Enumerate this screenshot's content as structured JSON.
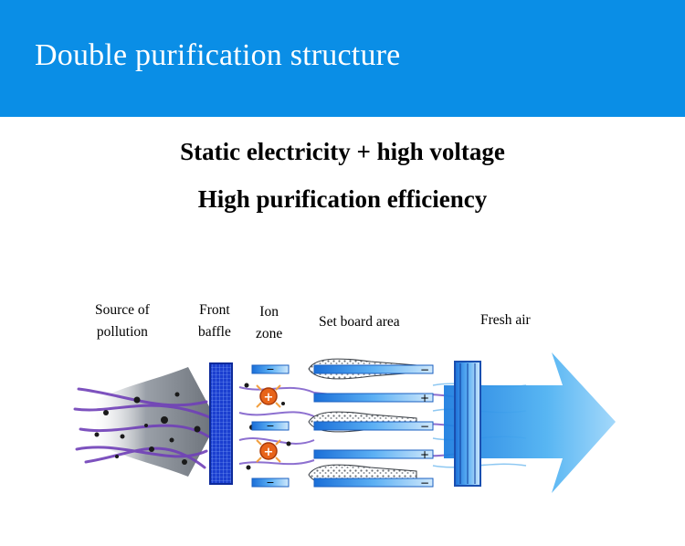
{
  "banner": {
    "title": "Double purification structure",
    "background_color": "#0a8ee6"
  },
  "subtitles": {
    "line1": "Static electricity + high voltage",
    "line2": "High purification efficiency"
  },
  "stages": {
    "source": {
      "line1": "Source of",
      "line2": "pollution"
    },
    "baffle": {
      "line1": "Front",
      "line2": "baffle"
    },
    "ion": {
      "line1": "Ion",
      "line2": "zone"
    },
    "board": {
      "line1": "Set board area"
    },
    "fresh": {
      "line1": "Fresh air"
    }
  },
  "symbols": {
    "plus": "+",
    "minus": "−"
  },
  "colors": {
    "smoke": "#8a9098",
    "baffle": "#1b3fd0",
    "plate": "#2c8fe8",
    "ion": "#e8641a",
    "fiber": "#7040b8",
    "fresh": "#3aa6ee"
  }
}
